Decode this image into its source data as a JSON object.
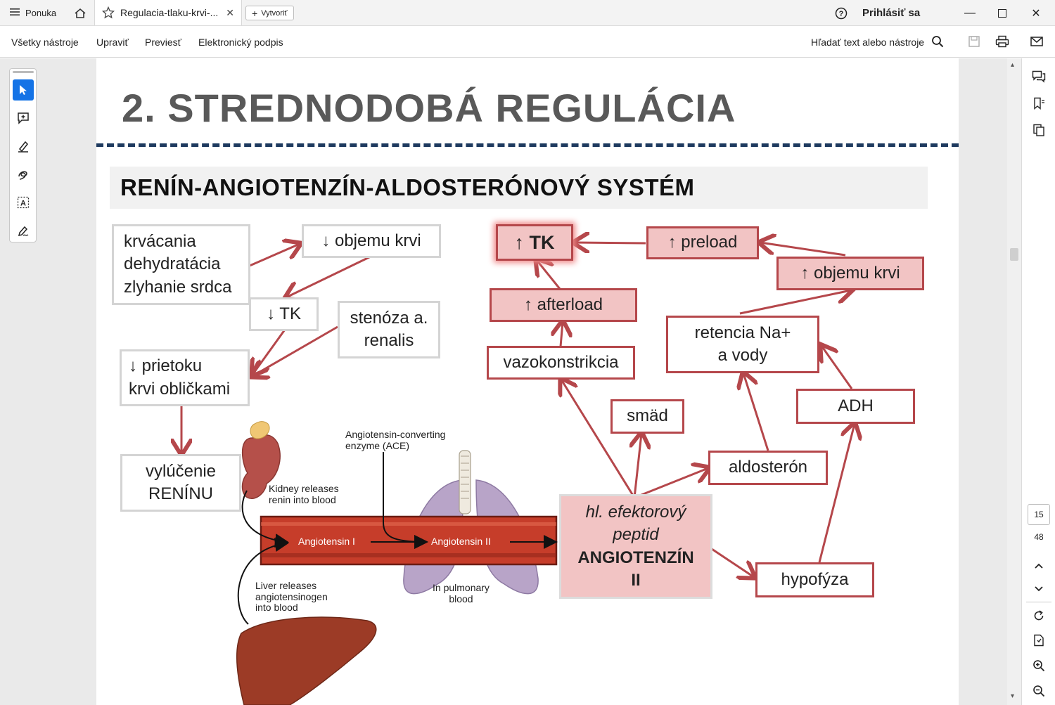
{
  "titlebar": {
    "menu_label": "Ponuka",
    "tab_title": "Regulacia-tlaku-krvi-...",
    "create_label": "Vytvoriť",
    "signin_label": "Prihlásiť sa"
  },
  "menubar": {
    "items": [
      "Všetky nástroje",
      "Upraviť",
      "Previesť",
      "Elektronický podpis"
    ],
    "search_label": "Hľadať text alebo nástroje"
  },
  "pager": {
    "current": "15",
    "total": "48"
  },
  "slide": {
    "title": "2. STREDNODOBÁ  REGULÁCIA",
    "subtitle": "RENÍN-ANGIOTENZÍN-ALDOSTERÓNOVÝ SYSTÉM",
    "left_flow": {
      "causes": [
        "krvácania",
        "dehydratácia",
        "zlyhanie srdca"
      ],
      "blood_volume_down": "↓ objemu krvi",
      "tk_down": "↓ TK",
      "stenosis": [
        "stenóza a.",
        "renalis"
      ],
      "renal_flow_down": [
        "↓ prietoku",
        "krvi obličkami"
      ],
      "renin_release": [
        "vylúčenie",
        "RENÍNU"
      ]
    },
    "right_flow": {
      "tk_up": "↑ TK",
      "preload_up": "↑ preload",
      "blood_volume_up": "↑ objemu krvi",
      "afterload_up": "↑ afterload",
      "retention": [
        "retencia Na+",
        "a vody"
      ],
      "vasoconstriction": "vazokonstrikcia",
      "thirst": "smäd",
      "adh": "ADH",
      "aldosterone": "aldosterón",
      "effector_italic": [
        "hl. efektorový",
        "peptid"
      ],
      "effector_bold": [
        "ANGIOTENZÍN",
        "II"
      ],
      "pituitary": "hypofýza"
    },
    "illustration": {
      "ace_label": [
        "Angiotensin-converting",
        "enzyme (ACE)"
      ],
      "kidney_label": [
        "Kidney releases",
        "renin into blood"
      ],
      "angiotensin1": "Angiotensin I",
      "angiotensin2": "Angiotensin II",
      "liver_label": [
        "Liver releases",
        "angiotensinogen",
        "into blood"
      ],
      "pulmonary_label": [
        "In pulmonary",
        "blood"
      ]
    }
  },
  "colors": {
    "accent_red": "#b5474b",
    "pink_fill": "#f2c4c4",
    "gray_border": "#d4d4d4",
    "dash_navy": "#1e3a5f",
    "tool_active": "#1473e6"
  }
}
